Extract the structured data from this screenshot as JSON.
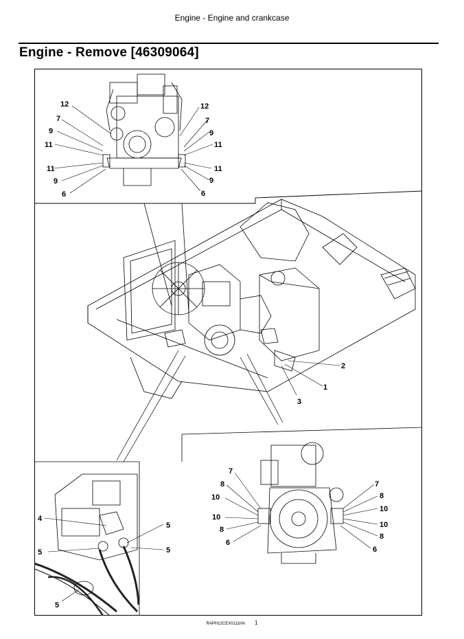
{
  "header": {
    "running_title": "Engine - Engine and crankcase"
  },
  "section": {
    "title": "Engine - Remove [46309064]"
  },
  "figure": {
    "code": "RAPH12CEX0111HA",
    "number": "1",
    "callouts": {
      "top_left": [
        "12",
        "7",
        "9",
        "11",
        "11",
        "9",
        "6"
      ],
      "top_right": [
        "12",
        "7",
        "9",
        "11",
        "11",
        "9",
        "6"
      ],
      "main": [
        "2",
        "1",
        "3"
      ],
      "bottom_left": [
        "4",
        "5",
        "5",
        "5",
        "5"
      ],
      "bottom_right_left": [
        "7",
        "8",
        "10",
        "10",
        "8",
        "6"
      ],
      "bottom_right_right": [
        "7",
        "8",
        "10",
        "10",
        "8",
        "6"
      ]
    }
  }
}
